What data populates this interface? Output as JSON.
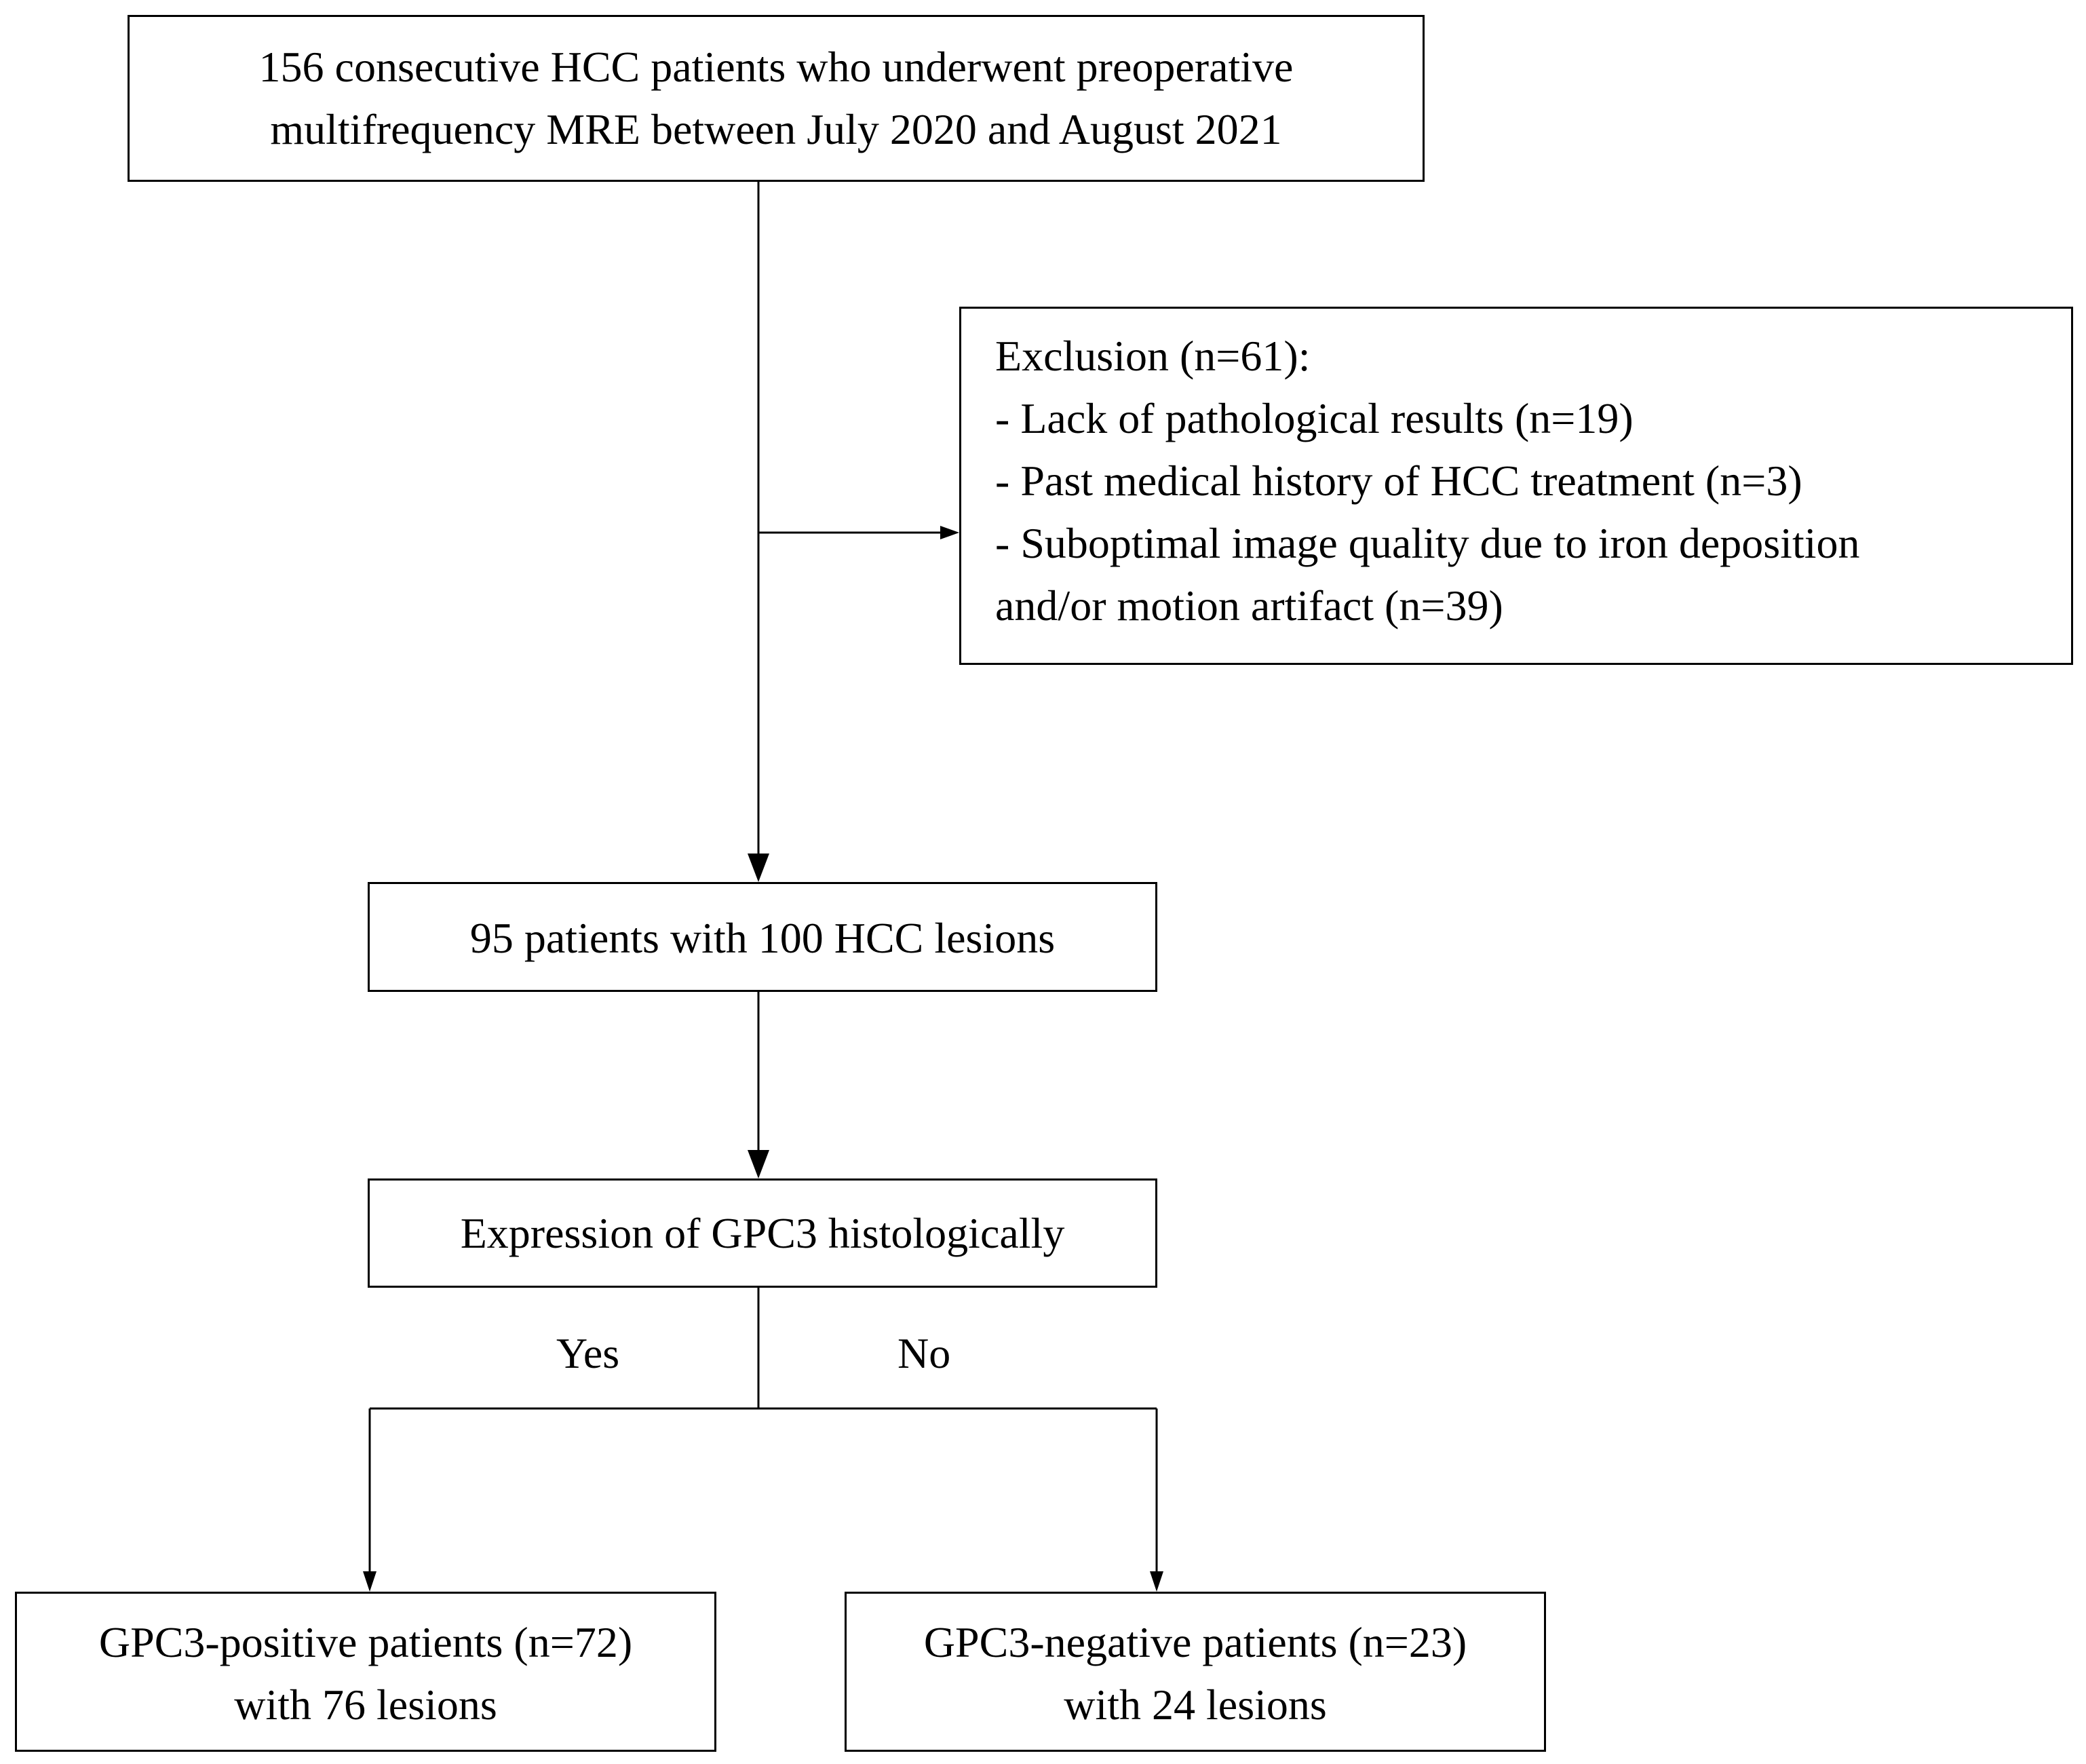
{
  "boxes": {
    "start": {
      "lines": [
        "156 consecutive HCC patients who underwent preoperative",
        "multifrequency MRE between July 2020 and August 2021"
      ]
    },
    "exclusion": {
      "lines": [
        "Exclusion (n=61):",
        "- Lack of  pathological results (n=19)",
        "- Past medical history of HCC treatment (n=3)",
        "- Suboptimal image quality due to iron deposition",
        "and/or motion artifact (n=39)"
      ]
    },
    "included": {
      "lines": [
        "95 patients with 100 HCC lesions"
      ]
    },
    "expression": {
      "lines": [
        "Expression  of GPC3 histologically"
      ]
    },
    "positive": {
      "lines": [
        "GPC3-positive patients (n=72)",
        "with 76 lesions"
      ]
    },
    "negative": {
      "lines": [
        "GPC3-negative patients (n=23)",
        "with 24 lesions"
      ]
    }
  },
  "branch_labels": {
    "yes": "Yes",
    "no": "No"
  }
}
